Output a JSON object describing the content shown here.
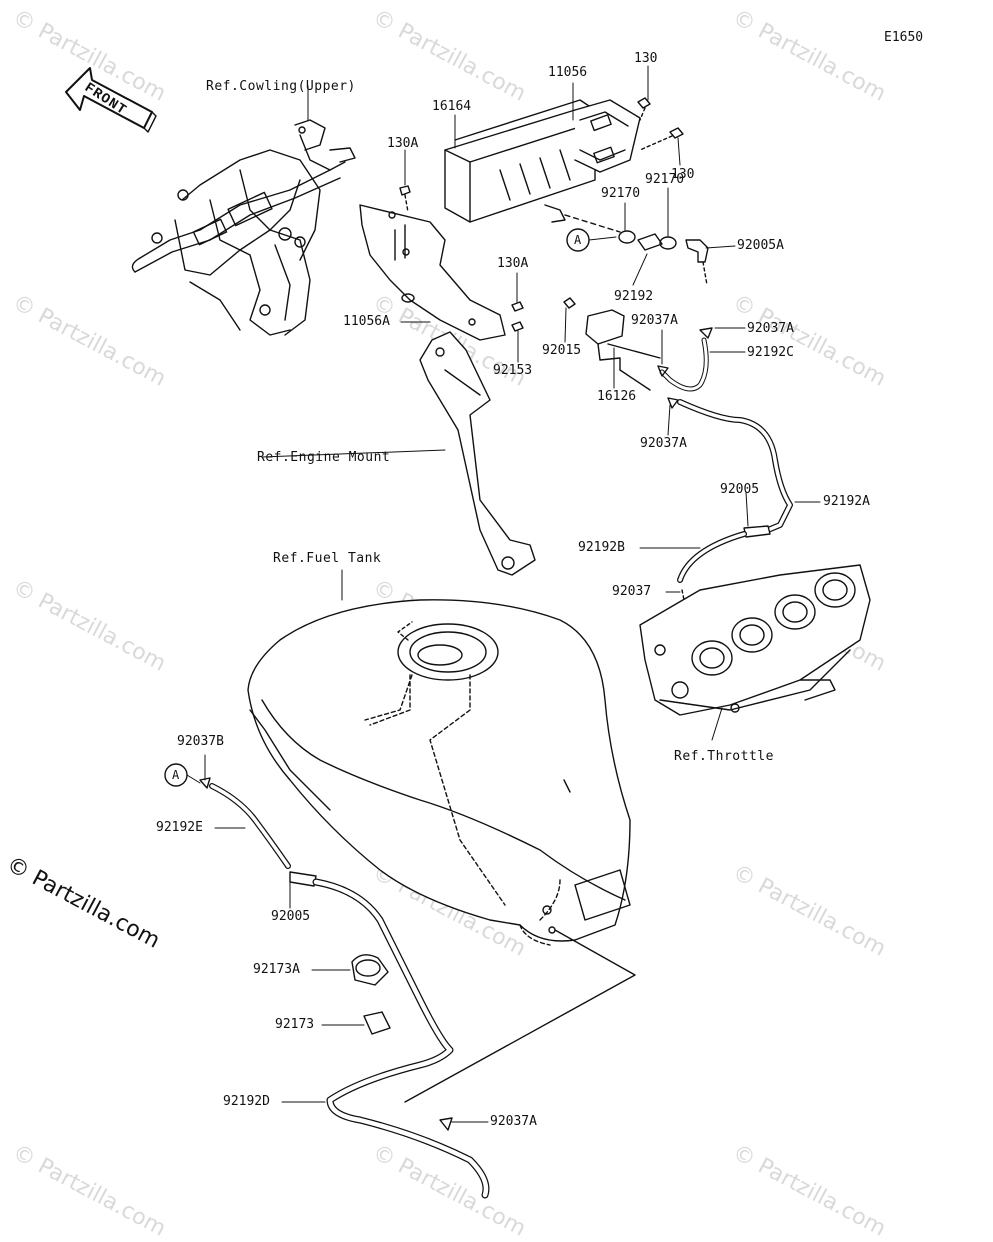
{
  "diagram_code": "E1650",
  "copyright": "© Partzilla.com",
  "watermark": "© Partzilla.com",
  "front_label": "FRONT",
  "refs": {
    "cowling": "Ref.Cowling(Upper)",
    "engine_mount": "Ref.Engine Mount",
    "fuel_tank": "Ref.Fuel Tank",
    "throttle": "Ref.Throttle"
  },
  "parts": {
    "p11056": "11056",
    "p130_top": "130",
    "p130_right": "130",
    "p16164": "16164",
    "p130A_top": "130A",
    "p92170_a": "92170",
    "p92170_b": "92170",
    "p92005A": "92005A",
    "p92192": "92192",
    "p130A_mid": "130A",
    "p11056A": "11056A",
    "p92153": "92153",
    "p92015": "92015",
    "p92037A_1": "92037A",
    "p92037A_2": "92037A",
    "p92192C": "92192C",
    "p16126": "16126",
    "p92037A_3": "92037A",
    "p92005_top": "92005",
    "p92192A": "92192A",
    "p92192B": "92192B",
    "p92037": "92037",
    "p92037B": "92037B",
    "p92192E": "92192E",
    "p92005_bottom": "92005",
    "p92173A": "92173A",
    "p92173": "92173",
    "p92192D": "92192D",
    "p92037A_4": "92037A"
  },
  "connector_A": "A"
}
